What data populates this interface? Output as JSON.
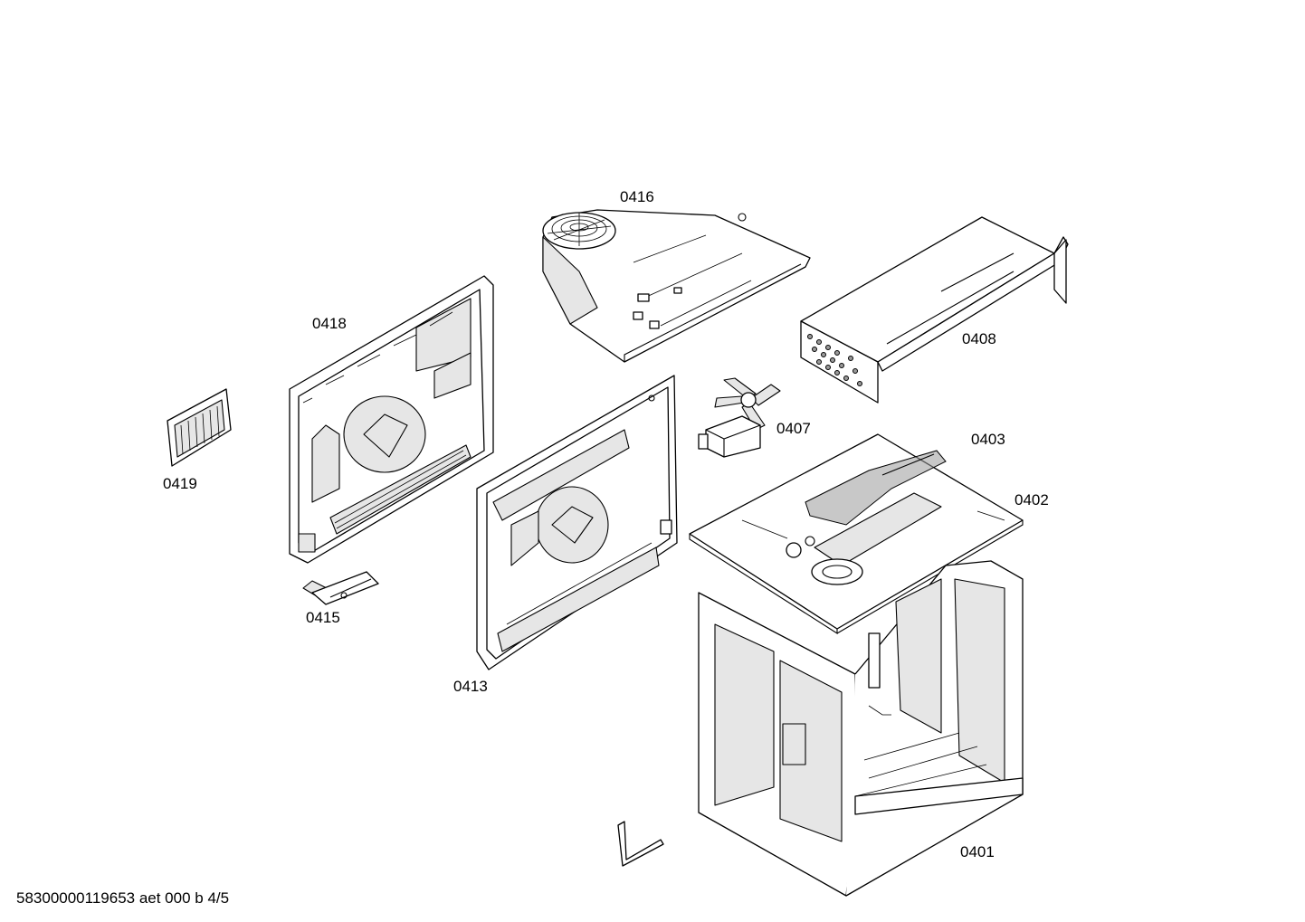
{
  "parts": [
    {
      "id": "0416",
      "label": "0416"
    },
    {
      "id": "0418",
      "label": "0418"
    },
    {
      "id": "0408",
      "label": "0408"
    },
    {
      "id": "0419",
      "label": "0419"
    },
    {
      "id": "0407",
      "label": "0407"
    },
    {
      "id": "0403",
      "label": "0403"
    },
    {
      "id": "0402",
      "label": "0402"
    },
    {
      "id": "0415",
      "label": "0415"
    },
    {
      "id": "0413",
      "label": "0413"
    },
    {
      "id": "0401",
      "label": "0401"
    }
  ],
  "footer": "58300000119653 aet 000 b 4/5"
}
